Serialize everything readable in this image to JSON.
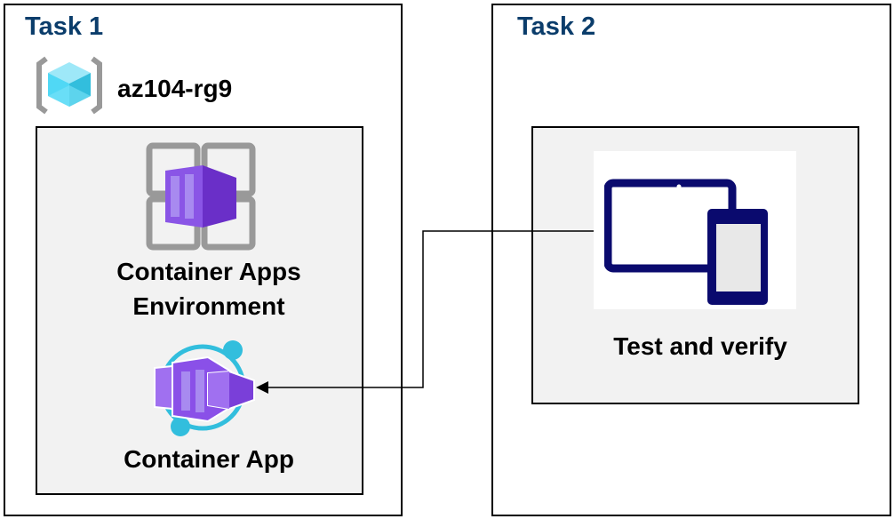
{
  "task1": {
    "title": "Task 1",
    "resource_group": {
      "name": "az104-rg9",
      "icon": "resource-group-icon"
    },
    "environment": {
      "label_line1": "Container Apps",
      "label_line2": "Environment",
      "icon": "container-apps-environment-icon"
    },
    "app": {
      "label": "Container App",
      "icon": "container-app-icon"
    }
  },
  "task2": {
    "title": "Task 2",
    "test": {
      "label": "Test and verify",
      "icon": "devices-icon"
    }
  },
  "colors": {
    "task_title": "#0b3d6b",
    "purple": "#7a3fd9",
    "cyan": "#32bedd",
    "navy": "#0a0a6e",
    "panel": "#f2f2f2"
  }
}
